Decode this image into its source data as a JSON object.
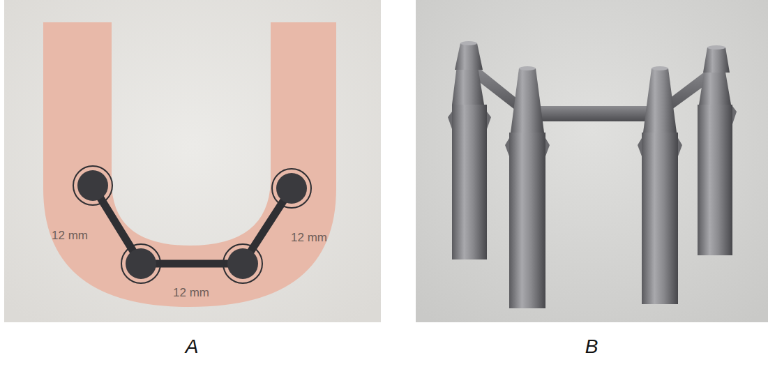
{
  "diagram": {
    "labels": [
      "12 mm",
      "12 mm",
      "12 mm",
      "A",
      "B"
    ]
  }
}
